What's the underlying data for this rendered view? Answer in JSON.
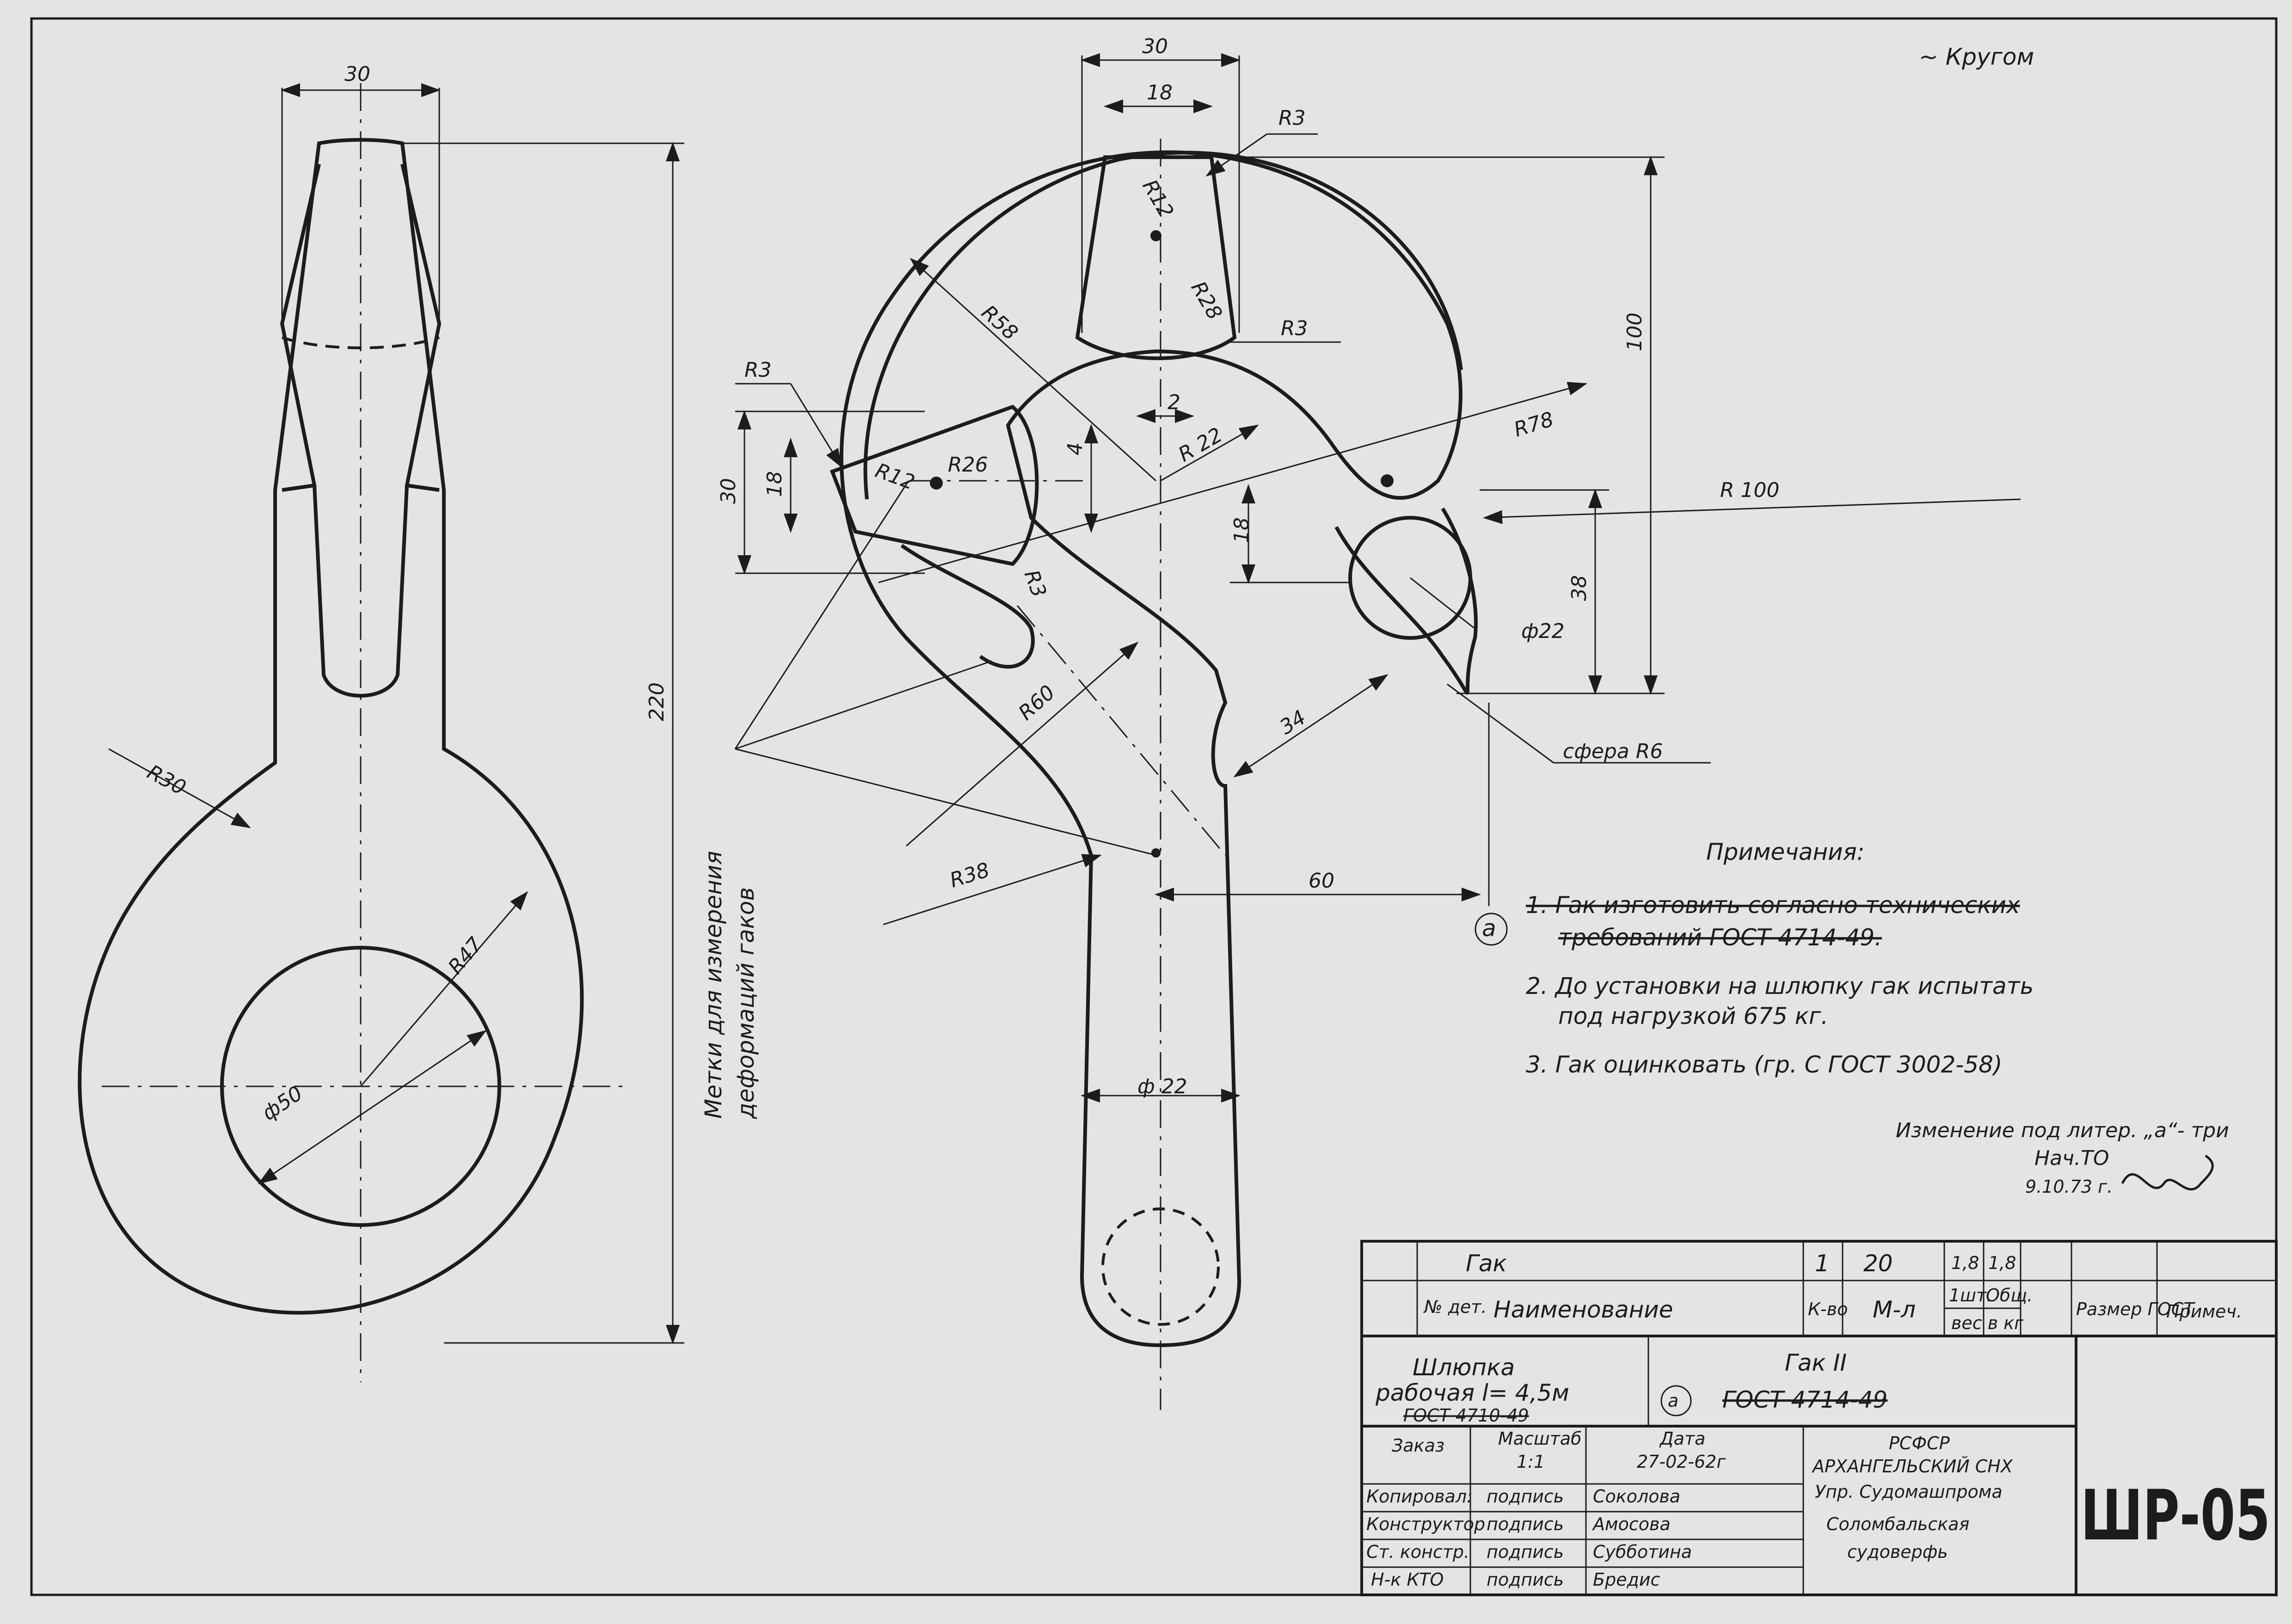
{
  "header": {
    "note_tilde": "~ Кругом"
  },
  "left_view": {
    "dims": {
      "width_top": "30",
      "height": "220",
      "r_outer": "R30",
      "r_inner": "R47",
      "diameter": "ф50"
    }
  },
  "side_label": {
    "line1": "Метки для измерения",
    "line2": "деформаций гаков"
  },
  "hook_view": {
    "dims": {
      "w30": "30",
      "w18": "18",
      "r3_top": "R3",
      "r12_top": "R12",
      "r28": "R28",
      "r3_mid": "R3",
      "r58": "R58",
      "h100": "100",
      "r78": "R78",
      "r100": "R 100",
      "r3_left": "R3",
      "l30": "30",
      "l18": "18",
      "r12_left": "R12",
      "r26": "R26",
      "r3_low": "R3",
      "d2": "2",
      "d4": "4",
      "r22": "R 22",
      "d18": "18",
      "d38": "38",
      "phi22": "ф22",
      "r60": "R60",
      "d34": "34",
      "sphere": "сфера R6",
      "r38": "R38",
      "d60": "60",
      "phi22_shank": "ф 22"
    }
  },
  "notes": {
    "title": "Примечания:",
    "marker": "а",
    "n1a": "1. Гак изготовить согласно технических",
    "n1b": "требований  ГОСТ 4714-49.",
    "n2a": "2. До установки на шлюпку гак испытать",
    "n2b": "под нагрузкой  675 кг.",
    "n3": "3. Гак оцинковать  (гр. С  ГОСТ 3002-58)"
  },
  "revision": {
    "line1": "Изменение под литер. „а“- три",
    "line2": "Нач.ТО",
    "date": "9.10.73 г."
  },
  "title_block": {
    "item_name": "Гак",
    "qty": "1",
    "material": "20",
    "w1": "1,8",
    "w2": "1,8",
    "h_num": "№ дет.",
    "h_name": "Наименование",
    "h_qty": "К-во",
    "h_mat": "М-л",
    "h_w1a": "1шт.",
    "h_w2a": "Общ.",
    "h_wunit": "вес в кг",
    "h_size": "Размер ГОСТ",
    "h_remark": "Примеч.",
    "boat_title": "Шлюпка",
    "boat_sub": "рабочая l= 4,5м",
    "boat_gost": "ГОСТ 4710-49",
    "gak_title": "Гак II",
    "gak_marker": "а",
    "gak_gost": "ГОСТ 4714-49",
    "order": "Заказ",
    "scale_h": "Масштаб",
    "scale": "1:1",
    "date_h": "Дата",
    "date": "27-02-62г",
    "rows": [
      {
        "role": "Копировал:",
        "sign": "подпись",
        "name": "Соколова"
      },
      {
        "role": "Конструктор",
        "sign": "подпись",
        "name": "Амосова"
      },
      {
        "role": "Ст. констр.",
        "sign": "подпись",
        "name": "Субботина"
      },
      {
        "role": "Н-к КТО",
        "sign": "подпись",
        "name": "Бредис"
      }
    ],
    "org1": "РСФСР",
    "org2": "АРХАНГЕЛЬСКИЙ СНХ",
    "org3": "Упр. Судомашпрома",
    "org4": "Соломбальская",
    "org5": "судоверфь",
    "doc_code": "ШР-05"
  }
}
